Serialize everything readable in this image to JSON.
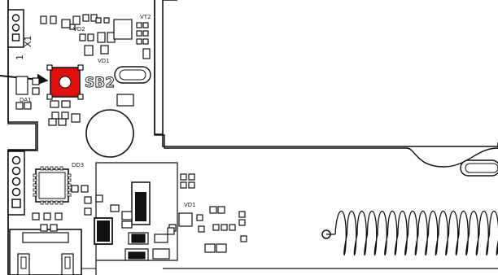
{
  "board": {
    "labels": {
      "x1": "X1",
      "pin1": "1",
      "sb2": "SB2",
      "vd1_top": "VD1",
      "vd2": "VD2",
      "vt2": "VT2",
      "da1": "DA1",
      "dd3": "DD3",
      "vd1_bottom": "VD1"
    },
    "colors": {
      "outline": "#111111",
      "button_fill": "#e01010",
      "button_hole": "#ffffff",
      "background": "#ffffff"
    },
    "highlight": {
      "component": "SB2",
      "marker": "arrow-pointer"
    }
  }
}
